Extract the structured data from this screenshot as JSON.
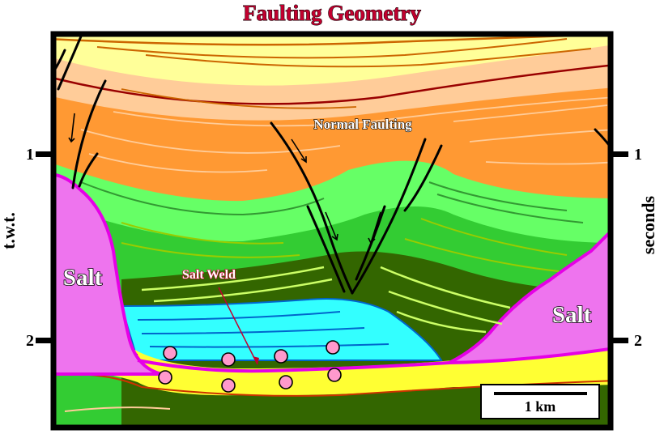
{
  "title": "Faulting Geometry",
  "axis": {
    "left_label": "t.w.t.",
    "right_label": "seconds",
    "tick_1": "1",
    "tick_2": "2"
  },
  "labels": {
    "salt_left": "Salt",
    "salt_right": "Salt",
    "normal_faulting": "Normal Faulting",
    "salt_weld": "Salt Weld"
  },
  "scale_bar": "1 km",
  "colors": {
    "title": "#c2002f",
    "salt": "#ee74ee",
    "salt_edge": "#e600e6",
    "upper_yellow": "#ffff99",
    "upper_peach": "#ffcc99",
    "orange": "#ff9933",
    "light_green": "#66ff66",
    "green": "#33cc33",
    "dark_green": "#336600",
    "cyan": "#33ffff",
    "basal_yellow": "#ffff33",
    "basal_orange": "#cc6600",
    "circles": "#ff99cc"
  }
}
